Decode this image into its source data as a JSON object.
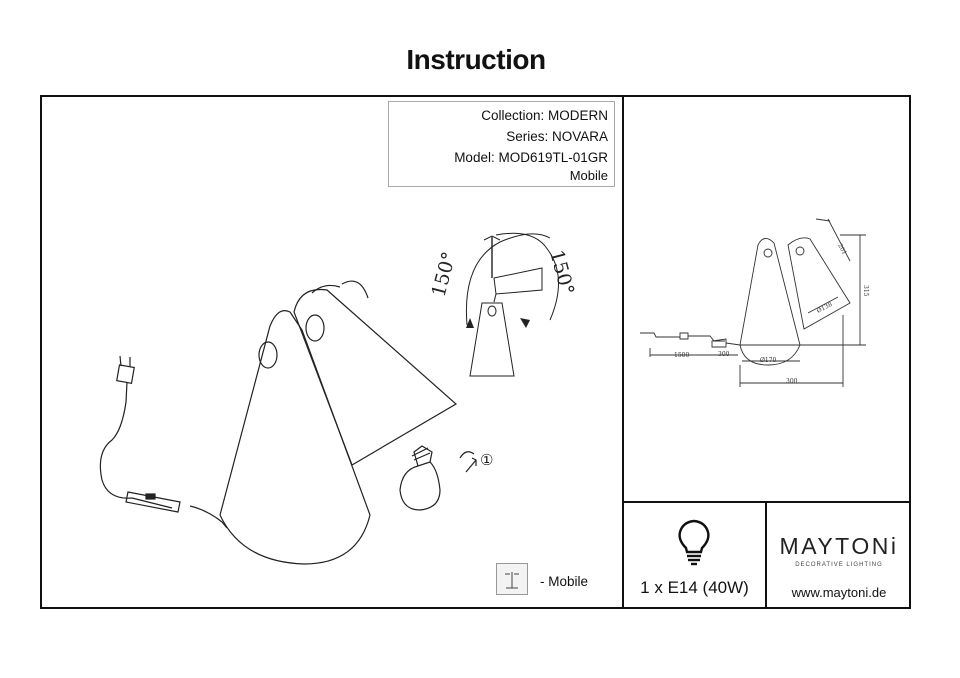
{
  "document": {
    "title": "Instruction",
    "info": {
      "collection": "Collection: MODERN",
      "series": "Series: NOVARA",
      "model": "Model: MOD619TL-01GR",
      "type": "Mobile"
    },
    "rotation": {
      "left": "150°",
      "right": "150°"
    },
    "step": "①",
    "legend": "- Mobile",
    "bulb": "1 x E14 (40W)",
    "dimensions": {
      "cord": "1500",
      "cord_to_switch": "300",
      "base_diameter": "Ø170",
      "width": "300",
      "height": "315",
      "shade_length": "201",
      "shade_diameter": "Ø138"
    },
    "brand": {
      "name": "MAYTONi",
      "tagline": "DECORATIVE LIGHTING",
      "website": "www.maytoni.de"
    }
  }
}
